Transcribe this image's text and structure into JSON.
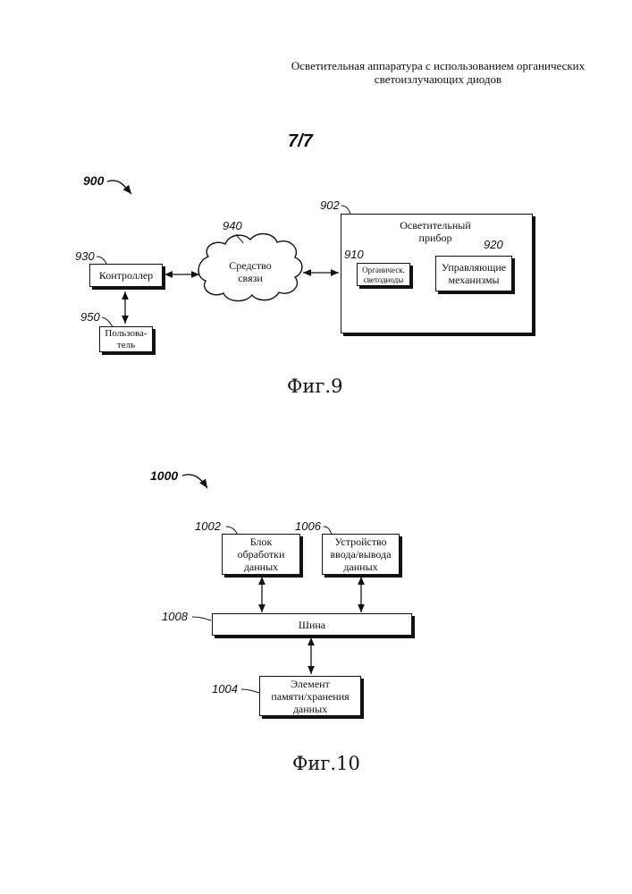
{
  "header": {
    "title_line1": "Осветительная аппаратура с использованием органических",
    "title_line2": "светоизлучающих диодов"
  },
  "sheet": "7/7",
  "fig9": {
    "ref_main": "900",
    "controller": {
      "ref": "930",
      "label": "Контроллер"
    },
    "user": {
      "ref": "950",
      "label_line1": "Пользова-",
      "label_line2": "тель"
    },
    "network": {
      "ref": "940",
      "label_line1": "Средство",
      "label_line2": "связи"
    },
    "fixture": {
      "ref": "902",
      "label_line1": "Осветительный",
      "label_line2": "прибор"
    },
    "oled": {
      "ref": "910",
      "label_line1": "Органическ.",
      "label_line2": "светодиоды"
    },
    "mechanisms": {
      "ref": "920",
      "label_line1": "Управляющие",
      "label_line2": "механизмы"
    },
    "caption": "Фиг.9"
  },
  "fig10": {
    "ref_main": "1000",
    "processor": {
      "ref": "1002",
      "label_line1": "Блок",
      "label_line2": "обработки",
      "label_line3": "данных"
    },
    "io": {
      "ref": "1006",
      "label_line1": "Устройство",
      "label_line2": "ввода/вывода",
      "label_line3": "данных"
    },
    "bus": {
      "ref": "1008",
      "label": "Шина"
    },
    "memory": {
      "ref": "1004",
      "label_line1": "Элемент",
      "label_line2": "памяти/хранения",
      "label_line3": "данных"
    },
    "caption": "Фиг.10"
  }
}
